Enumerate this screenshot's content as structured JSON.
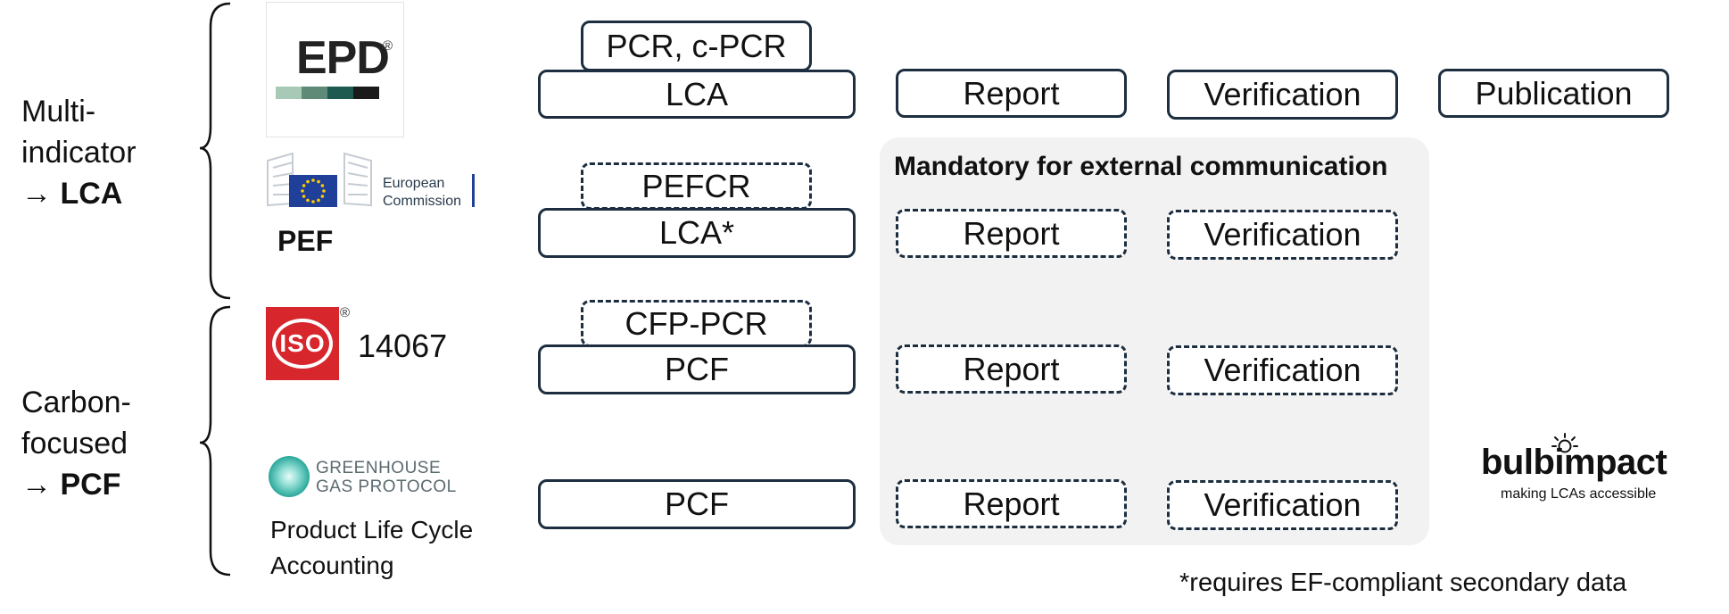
{
  "groups": [
    {
      "line1": "Multi-",
      "line2": "indicator",
      "arrow": "→",
      "short": "LCA"
    },
    {
      "line1": "Carbon-",
      "line2": "focused",
      "arrow": "→",
      "short": "PCF"
    }
  ],
  "logos": {
    "epd": {
      "text": "EPD",
      "reg": "®",
      "bar_colors": [
        "#a8c9b5",
        "#5f8a78",
        "#1f5a50",
        "#1a1a1a"
      ]
    },
    "ec": {
      "line1": "European",
      "line2": "Commission",
      "label": "PEF"
    },
    "iso": {
      "text": "ISO",
      "reg": "®",
      "number": "14067"
    },
    "ghg": {
      "line1": "GREENHOUSE",
      "line2": "GAS PROTOCOL",
      "product_line1": "Product Life Cycle",
      "product_line2": "Accounting"
    },
    "bulbimpact": {
      "name": "bulbimpact",
      "tagline": "making LCAs accessible"
    }
  },
  "rows": [
    {
      "pcr": "PCR, c-PCR",
      "main": "LCA",
      "report": "Report",
      "verification": "Verification",
      "publication": "Publication"
    },
    {
      "pcr": "PEFCR",
      "main": "LCA*",
      "report": "Report",
      "verification": "Verification"
    },
    {
      "pcr": "CFP-PCR",
      "main": "PCF",
      "report": "Report",
      "verification": "Verification"
    },
    {
      "main": "PCF",
      "report": "Report",
      "verification": "Verification"
    }
  ],
  "panel_title": "Mandatory for external communication",
  "footnote": "*requires EF-compliant secondary data",
  "colors": {
    "border": "#1c2e3f",
    "panel": "#f2f2f2",
    "iso_red": "#d7262c",
    "eu_blue": "#1f3f99",
    "eu_star": "#ffcc00",
    "ghg_teal": "#3fb3a8"
  }
}
